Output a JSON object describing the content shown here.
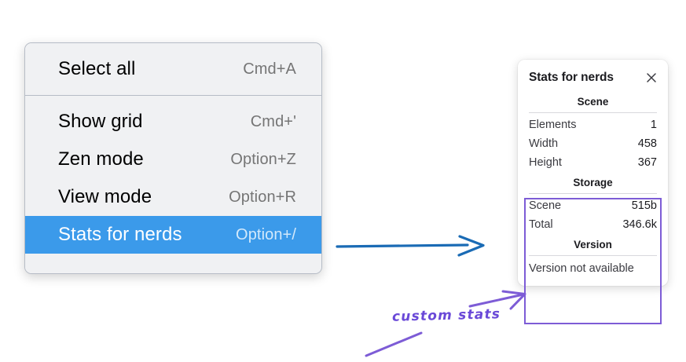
{
  "context_menu": {
    "name": "context-menu",
    "sections": [
      {
        "items": [
          {
            "label": "Select all",
            "shortcut": "Cmd+A",
            "selected": false
          }
        ]
      },
      {
        "items": [
          {
            "label": "Show grid",
            "shortcut": "Cmd+'",
            "selected": false
          },
          {
            "label": "Zen mode",
            "shortcut": "Option+Z",
            "selected": false
          },
          {
            "label": "View mode",
            "shortcut": "Option+R",
            "selected": false
          },
          {
            "label": "Stats for nerds",
            "shortcut": "Option+/",
            "selected": true
          }
        ]
      }
    ],
    "highlight_color": "#3b9aea",
    "background_color": "#f0f1f3"
  },
  "stats_panel": {
    "title": "Stats for nerds",
    "close_icon": "close-icon",
    "sections": [
      {
        "heading": "Scene",
        "rows": [
          {
            "label": "Elements",
            "value": "1"
          },
          {
            "label": "Width",
            "value": "458"
          },
          {
            "label": "Height",
            "value": "367"
          }
        ]
      },
      {
        "heading": "Storage",
        "rows": [
          {
            "label": "Scene",
            "value": "515b"
          },
          {
            "label": "Total",
            "value": "346.6k"
          }
        ]
      },
      {
        "heading": "Version",
        "note": "Version not available",
        "rows": []
      }
    ]
  },
  "annotations": {
    "handwritten_label": "custom stats",
    "handwritten_color": "#6a49d8",
    "box_color": "#7d5cd6",
    "blue_arrow_color": "#1a6bb5"
  }
}
